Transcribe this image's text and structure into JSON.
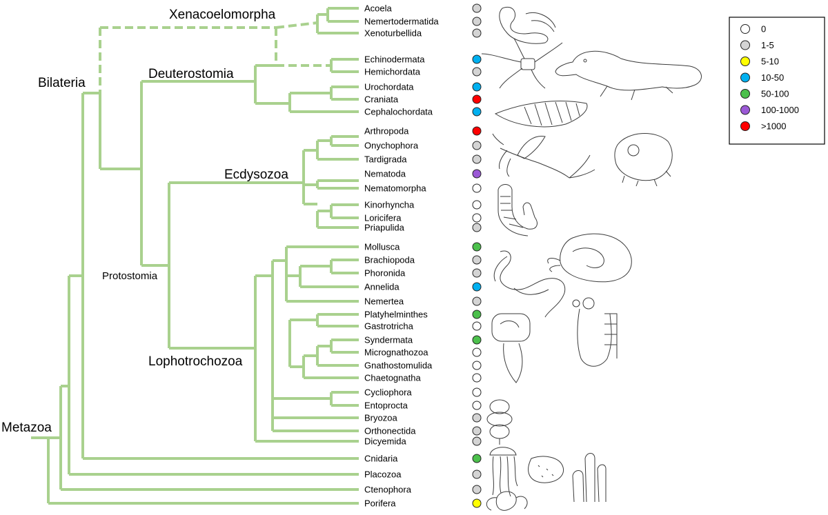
{
  "taxa": [
    {
      "name": "Acoela",
      "cat": 1
    },
    {
      "name": "Nemertodermatida",
      "cat": 1
    },
    {
      "name": "Xenoturbellida",
      "cat": 1
    },
    {
      "name": "Echinodermata",
      "cat": 3
    },
    {
      "name": "Hemichordata",
      "cat": 1
    },
    {
      "name": "Urochordata",
      "cat": 3
    },
    {
      "name": "Craniata",
      "cat": 6
    },
    {
      "name": "Cephalochordata",
      "cat": 3
    },
    {
      "name": "Arthropoda",
      "cat": 6
    },
    {
      "name": "Onychophora",
      "cat": 1
    },
    {
      "name": "Tardigrada",
      "cat": 1
    },
    {
      "name": "Nematoda",
      "cat": 5
    },
    {
      "name": "Nematomorpha",
      "cat": 0
    },
    {
      "name": "Kinorhyncha",
      "cat": 0
    },
    {
      "name": "Loricifera",
      "cat": 0
    },
    {
      "name": "Priapulida",
      "cat": 1
    },
    {
      "name": "Mollusca",
      "cat": 4
    },
    {
      "name": "Brachiopoda",
      "cat": 1
    },
    {
      "name": "Phoronida",
      "cat": 1
    },
    {
      "name": "Annelida",
      "cat": 3
    },
    {
      "name": "Nemertea",
      "cat": 1
    },
    {
      "name": "Platyhelminthes",
      "cat": 4
    },
    {
      "name": "Gastrotricha",
      "cat": 0
    },
    {
      "name": "Syndermata",
      "cat": 4
    },
    {
      "name": "Micrognathozoa",
      "cat": 0
    },
    {
      "name": "Gnathostomulida",
      "cat": 0
    },
    {
      "name": "Chaetognatha",
      "cat": 0
    },
    {
      "name": "Cycliophora",
      "cat": 0
    },
    {
      "name": "Entoprocta",
      "cat": 0
    },
    {
      "name": "Bryozoa",
      "cat": 1
    },
    {
      "name": "Orthonectida",
      "cat": 1
    },
    {
      "name": "Dicyemida",
      "cat": 1
    },
    {
      "name": "Cnidaria",
      "cat": 4
    },
    {
      "name": "Placozoa",
      "cat": 1
    },
    {
      "name": "Ctenophora",
      "cat": 1
    },
    {
      "name": "Porifera",
      "cat": 2
    }
  ],
  "clades": {
    "xenacoelomorpha": "Xenacoelomorpha",
    "bilateria": "Bilateria",
    "deuterostomia": "Deuterostomia",
    "ecdysozoa": "Ecdysozoa",
    "protostomia": "Protostomia",
    "lophotrochozoa": "Lophotrochozoa",
    "metazoa": "Metazoa"
  },
  "legend": [
    {
      "label": "0",
      "color": "#ffffff"
    },
    {
      "label": "1-5",
      "color": "#d4d4d4"
    },
    {
      "label": "5-10",
      "color": "#ffff00"
    },
    {
      "label": "10-50",
      "color": "#00b0f0"
    },
    {
      "label": "50-100",
      "color": "#4cc04c"
    },
    {
      "label": "100-1000",
      "color": "#9b59d6"
    },
    {
      "label": ">1000",
      "color": "#ff0000"
    }
  ],
  "colors": {
    "tree": "#a9d18e",
    "outline": "#222222"
  }
}
